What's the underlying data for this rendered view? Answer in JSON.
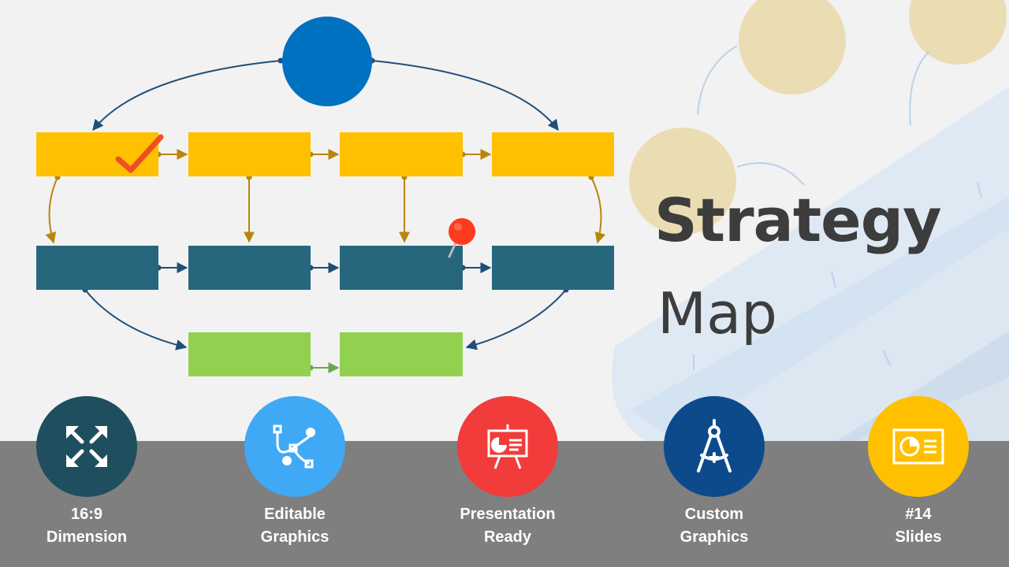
{
  "title": {
    "line1": "Strategy",
    "line2": "Map"
  },
  "colors": {
    "yellow": "#ffc000",
    "teal": "#26677e",
    "green": "#92d050",
    "blue": "#0070c0",
    "check": "#f04e23",
    "pin": "#ff3b1f",
    "band": "#7f7f7f"
  },
  "features": [
    {
      "line1": "16:9",
      "line2": "Dimension",
      "color": "#1f4e5f",
      "icon": "expand-arrows-icon"
    },
    {
      "line1": "Editable",
      "line2": "Graphics",
      "color": "#3fa9f5",
      "icon": "vector-edit-icon"
    },
    {
      "line1": "Presentation",
      "line2": "Ready",
      "color": "#f23b3b",
      "icon": "presentation-board-icon"
    },
    {
      "line1": "Custom",
      "line2": "Graphics",
      "color": "#0d4a8c",
      "icon": "compass-icon"
    },
    {
      "line1": "#14",
      "line2": "Slides",
      "color": "#ffc000",
      "icon": "slides-icon"
    }
  ]
}
